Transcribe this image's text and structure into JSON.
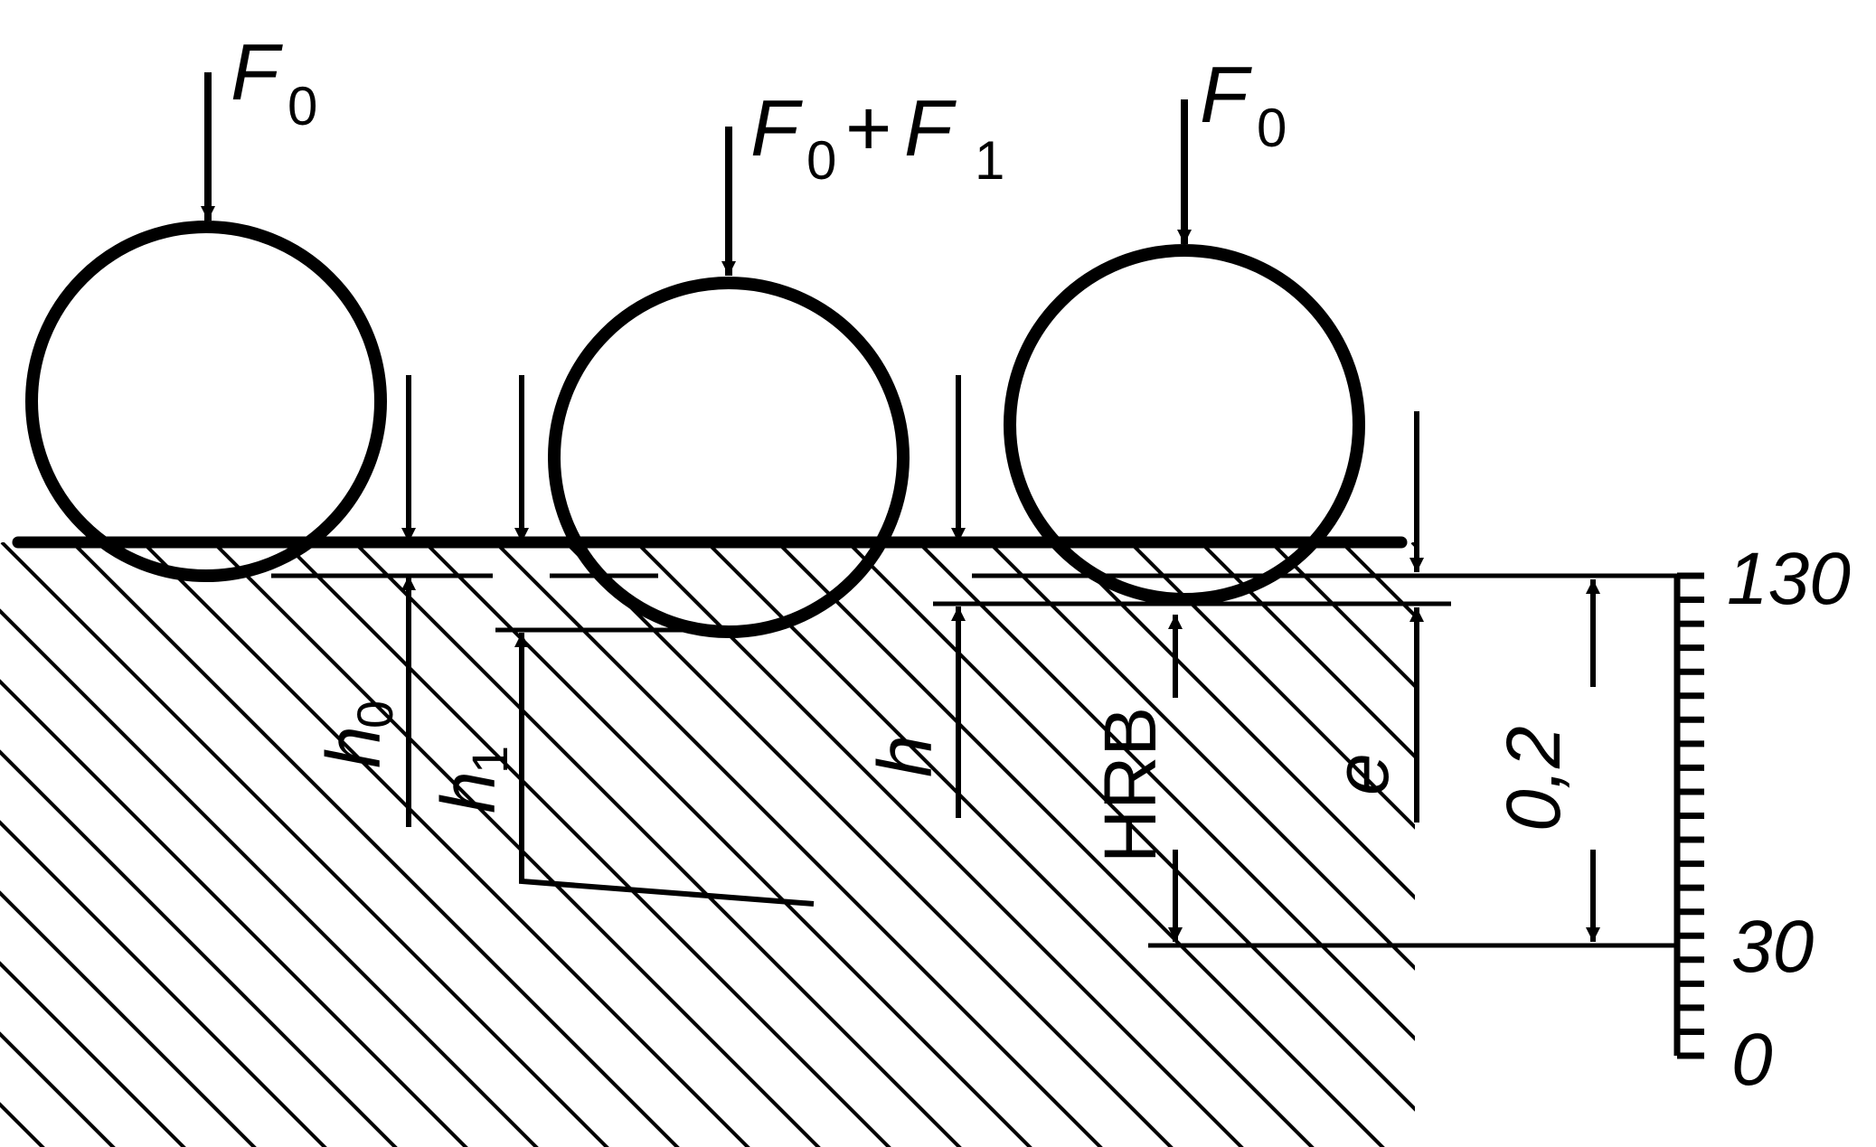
{
  "forces": {
    "left": {
      "symbol": "F",
      "sub": "0"
    },
    "middle": {
      "symbol1": "F",
      "sub1": "0",
      "plus": "+",
      "symbol2": "F",
      "sub2": "1"
    },
    "right": {
      "symbol": "F",
      "sub": "0"
    }
  },
  "depths": {
    "h0": {
      "symbol": "h",
      "sub": "0"
    },
    "h1": {
      "symbol": "h",
      "sub": "1"
    },
    "h": {
      "symbol": "h"
    },
    "e": {
      "symbol": "e"
    }
  },
  "hardness_label": "HRB",
  "travel_label": "0,2",
  "scale": {
    "top": "130",
    "mid": "30",
    "bottom": "0"
  }
}
